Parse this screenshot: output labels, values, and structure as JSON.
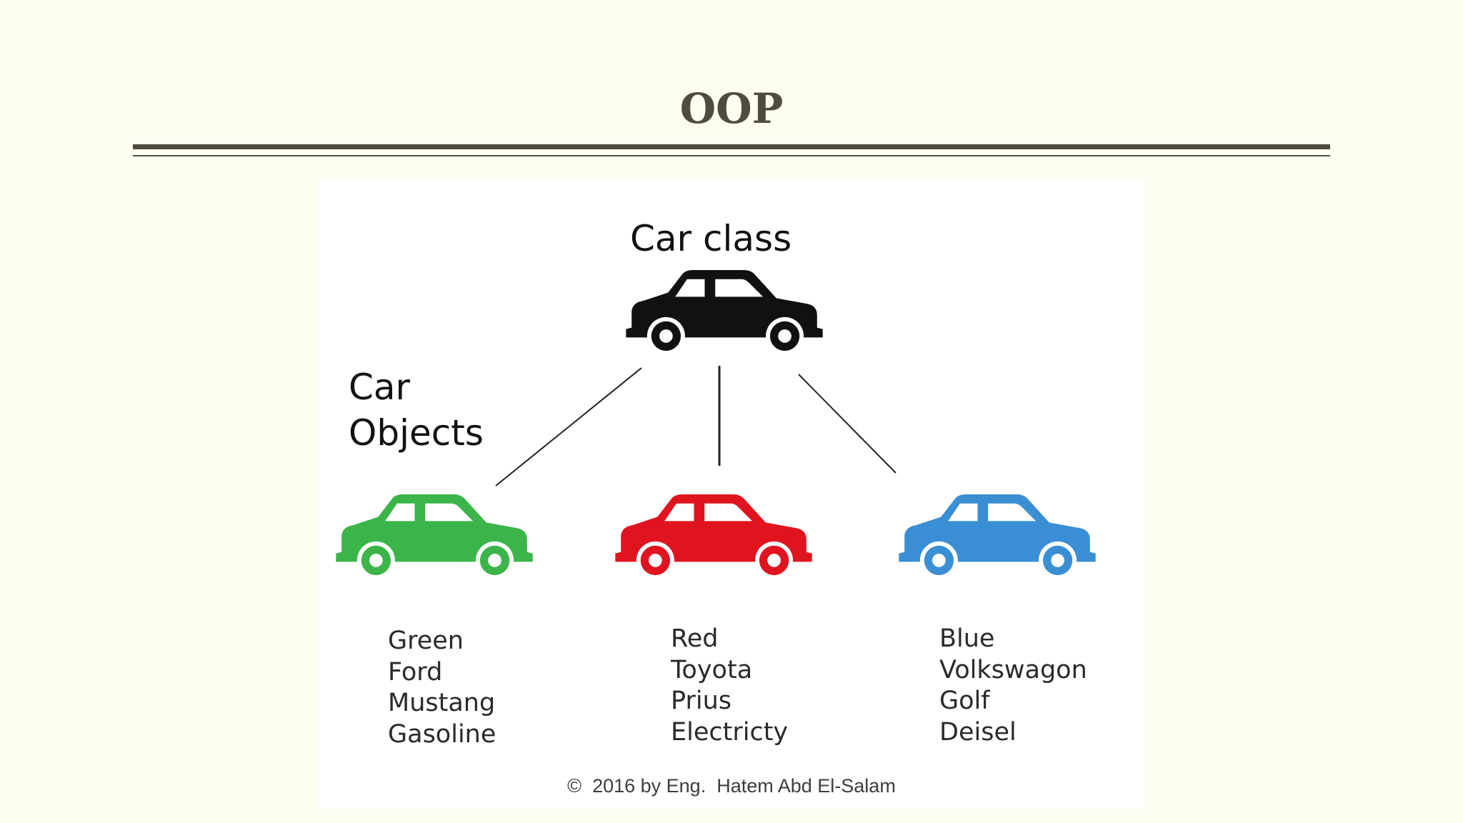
{
  "slide": {
    "title": "OOP",
    "footer": "©  2016 by Eng.  Hatem Abd El-Salam"
  },
  "diagram": {
    "class_label": "Car class",
    "objects_label_line1": "Car",
    "objects_label_line2": "Objects",
    "class_car": {
      "icon": "car-icon",
      "color": "#111111"
    },
    "objects": [
      {
        "icon": "car-icon",
        "color": "#3bb54a",
        "attributes": [
          "Green",
          "Ford",
          "Mustang",
          "Gasoline"
        ]
      },
      {
        "icon": "car-icon",
        "color": "#e0141e",
        "attributes": [
          "Red",
          "Toyota",
          "Prius",
          "Electricty"
        ]
      },
      {
        "icon": "car-icon",
        "color": "#3a8fd4",
        "attributes": [
          "Blue",
          "Volkswagon",
          "Golf",
          "Deisel"
        ]
      }
    ]
  },
  "colors": {
    "background": "#fdfdf2",
    "title": "#4e4c3e",
    "rule": "#4e4c3e"
  }
}
